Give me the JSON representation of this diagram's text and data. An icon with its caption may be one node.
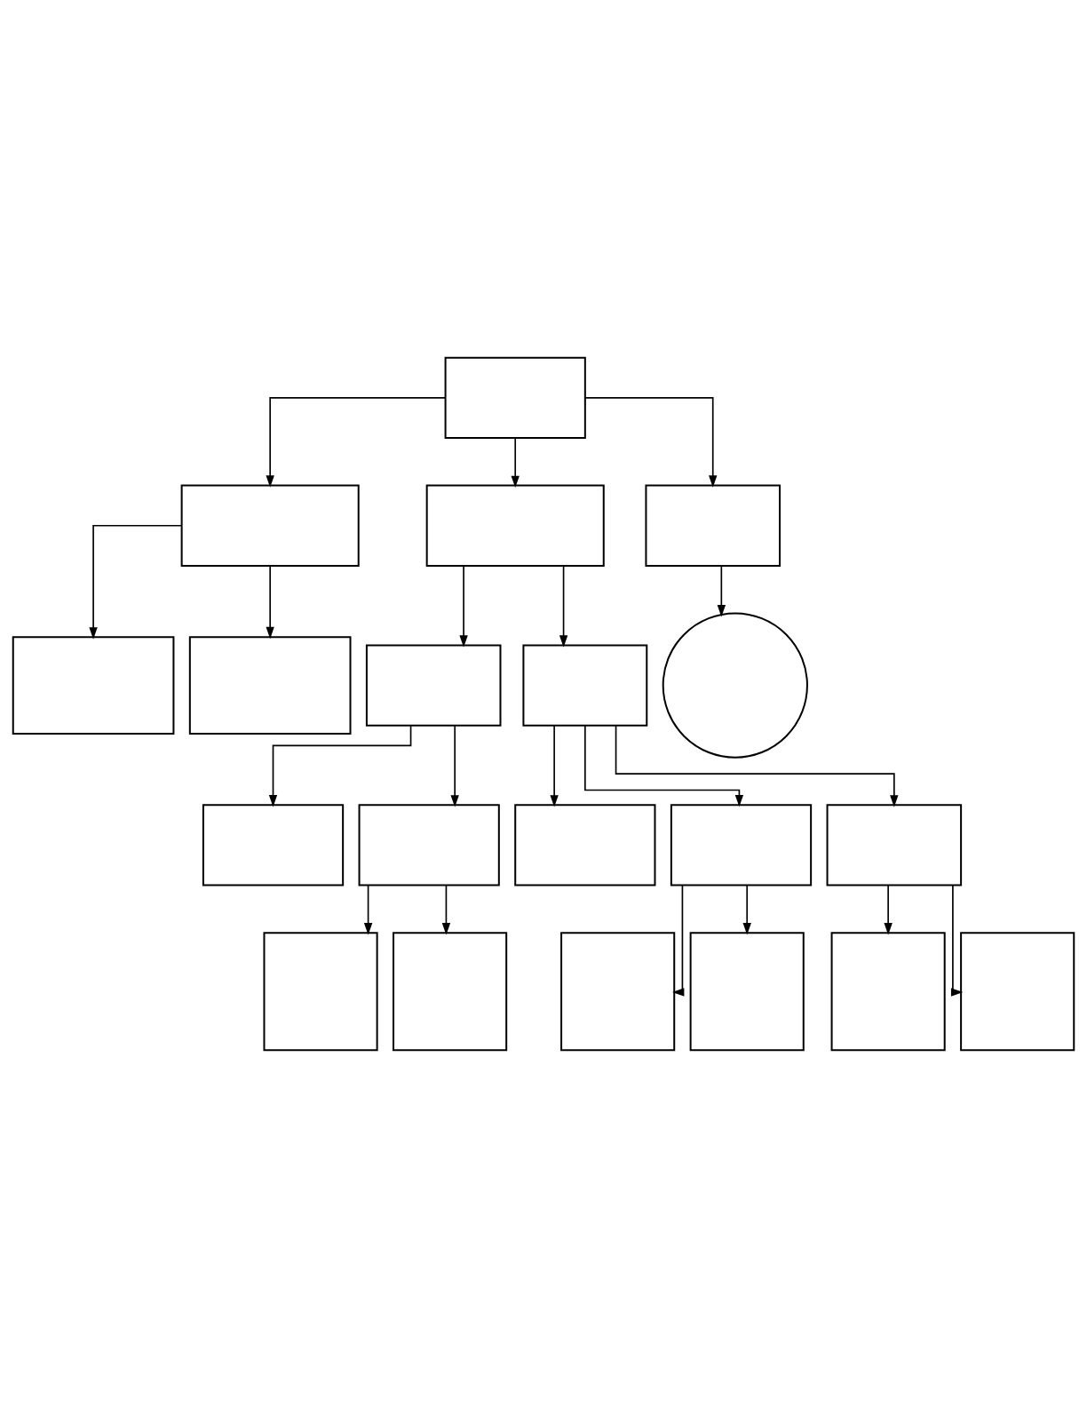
{
  "diagram": {
    "nodes": [
      {
        "text": [],
        "shape": "box"
      },
      {
        "text": [],
        "shape": "box"
      },
      {
        "text": [],
        "shape": "box"
      },
      {
        "text": [],
        "shape": "box"
      },
      {
        "text": [],
        "shape": "circle"
      },
      {
        "text": [],
        "shape": "box"
      },
      {
        "text": [],
        "shape": "box"
      },
      {
        "text": [],
        "shape": "box"
      },
      {
        "text": [],
        "shape": "box"
      },
      {
        "text": [],
        "shape": "box"
      },
      {
        "text": [],
        "shape": "box"
      },
      {
        "text": [],
        "shape": "box"
      },
      {
        "text": [],
        "shape": "box"
      },
      {
        "text": [],
        "shape": "box"
      },
      {
        "text": [],
        "shape": "box"
      },
      {
        "text": [],
        "shape": "box"
      },
      {
        "text": [],
        "shape": "box"
      },
      {
        "text": [],
        "shape": "box"
      },
      {
        "text": [],
        "shape": "box"
      },
      {
        "text": [],
        "shape": "box"
      }
    ],
    "edges": [
      {
        "from": 0,
        "to": 1,
        "arrow": "to"
      },
      {
        "from": 0,
        "to": 2,
        "arrow": "to"
      },
      {
        "from": 0,
        "to": 3,
        "arrow": "to"
      },
      {
        "from": 3,
        "to": 4,
        "arrow": "to"
      },
      {
        "from": 1,
        "to": 5,
        "arrow": "to"
      },
      {
        "from": 1,
        "to": 6,
        "arrow": "to"
      },
      {
        "from": 2,
        "to": 7,
        "arrow": "to"
      },
      {
        "from": 2,
        "to": 8,
        "arrow": "to"
      },
      {
        "from": 7,
        "to": 9,
        "arrow": "to"
      },
      {
        "from": 7,
        "to": 10,
        "arrow": "to"
      },
      {
        "from": 8,
        "to": 11,
        "arrow": "to"
      },
      {
        "from": 8,
        "to": 12,
        "arrow": "to"
      },
      {
        "from": 8,
        "to": 13,
        "arrow": "to"
      },
      {
        "from": 10,
        "to": 14,
        "arrow": "to"
      },
      {
        "from": 10,
        "to": 15,
        "arrow": "to"
      },
      {
        "from": 12,
        "to": 16,
        "arrow": "to"
      },
      {
        "from": 12,
        "to": 17,
        "arrow": "to"
      },
      {
        "from": 13,
        "to": 18,
        "arrow": "to"
      },
      {
        "from": 13,
        "to": 19,
        "arrow": "to"
      }
    ]
  }
}
